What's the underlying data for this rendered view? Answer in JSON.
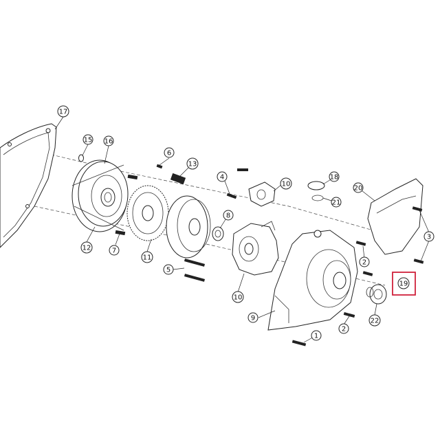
{
  "callouts": [
    {
      "number": "1"
    },
    {
      "number": "2"
    },
    {
      "number": "2"
    },
    {
      "number": "3"
    },
    {
      "number": "4"
    },
    {
      "number": "5"
    },
    {
      "number": "6"
    },
    {
      "number": "7"
    },
    {
      "number": "8"
    },
    {
      "number": "9"
    },
    {
      "number": "10"
    },
    {
      "number": "10"
    },
    {
      "number": "11"
    },
    {
      "number": "12"
    },
    {
      "number": "13"
    },
    {
      "number": "15"
    },
    {
      "number": "16"
    },
    {
      "number": "17"
    },
    {
      "number": "18"
    },
    {
      "number": "19",
      "highlighted": true
    },
    {
      "number": "20"
    },
    {
      "number": "21"
    },
    {
      "number": "22"
    }
  ],
  "colors": {
    "line": "#222222",
    "highlight": "#d0203a",
    "background": "#ffffff"
  }
}
